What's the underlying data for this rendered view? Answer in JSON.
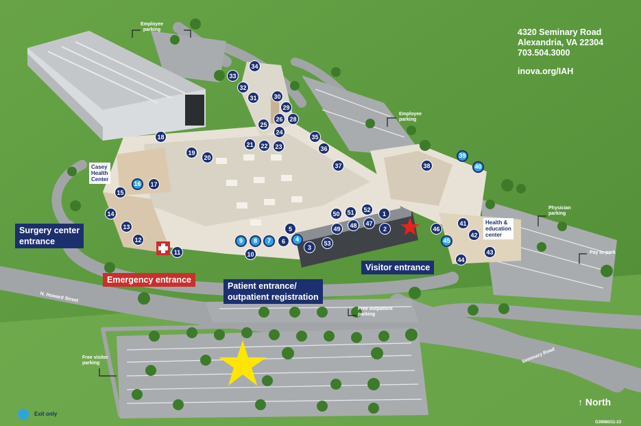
{
  "address": {
    "line1": "4320 Seminary Road",
    "line2": "Alexandria, VA 22304",
    "phone": "703.504.3000",
    "website": "inova.org/IAH"
  },
  "entrances": {
    "surgery": "Surgery center\nentrance",
    "emergency": "Emergency entrance",
    "patient": "Patient entrance/\noutpatient registration",
    "visitor": "Visitor entrance"
  },
  "centers": {
    "casey": "Casey\nHealth\nCenter",
    "health_education": "Health &\neducation\ncenter"
  },
  "parking": {
    "employee_top": "Employee\nparking",
    "employee_right": "Employee\nparking",
    "physician": "Physician\nparking",
    "pay_to_park": "Pay to park",
    "free_outpatient": "Free outpatient\nparking",
    "free_visitor": "Free visitor\nparking"
  },
  "streets": {
    "howard": "N. Howard Street",
    "seminary": "Seminary Road"
  },
  "legend": {
    "exit_only": "Exit only"
  },
  "north_label": "North",
  "north_arrow": "↑",
  "doc_code": "G39980/11-23",
  "colors": {
    "grass": "#5d9a3e",
    "road": "#9ea1a4",
    "building": "#e9e1d2",
    "marker_navy": "#1c2f6e",
    "marker_exit": "#2ea3dc",
    "emergency_red": "#c9302c",
    "star_red": "#e8231c",
    "star_yellow": "#ffe600"
  },
  "markers": [
    {
      "n": "1",
      "exit": false
    },
    {
      "n": "2",
      "exit": false
    },
    {
      "n": "3",
      "exit": false
    },
    {
      "n": "4",
      "exit": true
    },
    {
      "n": "5",
      "exit": false
    },
    {
      "n": "6",
      "exit": false
    },
    {
      "n": "7",
      "exit": true
    },
    {
      "n": "8",
      "exit": true
    },
    {
      "n": "9",
      "exit": true
    },
    {
      "n": "10",
      "exit": false
    },
    {
      "n": "11",
      "exit": false
    },
    {
      "n": "12",
      "exit": false
    },
    {
      "n": "13",
      "exit": false
    },
    {
      "n": "14",
      "exit": false
    },
    {
      "n": "15",
      "exit": false
    },
    {
      "n": "16",
      "exit": true
    },
    {
      "n": "17",
      "exit": false
    },
    {
      "n": "18",
      "exit": false
    },
    {
      "n": "19",
      "exit": false
    },
    {
      "n": "20",
      "exit": false
    },
    {
      "n": "21",
      "exit": false
    },
    {
      "n": "22",
      "exit": false
    },
    {
      "n": "23",
      "exit": false
    },
    {
      "n": "24",
      "exit": false
    },
    {
      "n": "25",
      "exit": false
    },
    {
      "n": "26",
      "exit": false
    },
    {
      "n": "28",
      "exit": false
    },
    {
      "n": "29",
      "exit": false
    },
    {
      "n": "30",
      "exit": false
    },
    {
      "n": "31",
      "exit": false
    },
    {
      "n": "32",
      "exit": false
    },
    {
      "n": "33",
      "exit": false
    },
    {
      "n": "34",
      "exit": false
    },
    {
      "n": "35",
      "exit": false
    },
    {
      "n": "36",
      "exit": false
    },
    {
      "n": "37",
      "exit": false
    },
    {
      "n": "38",
      "exit": false
    },
    {
      "n": "39",
      "exit": true
    },
    {
      "n": "40",
      "exit": true
    },
    {
      "n": "41",
      "exit": false
    },
    {
      "n": "42",
      "exit": false
    },
    {
      "n": "43",
      "exit": false
    },
    {
      "n": "44",
      "exit": false
    },
    {
      "n": "45",
      "exit": true
    },
    {
      "n": "46",
      "exit": false
    },
    {
      "n": "47",
      "exit": false
    },
    {
      "n": "48",
      "exit": false
    },
    {
      "n": "49",
      "exit": false
    },
    {
      "n": "50",
      "exit": false
    },
    {
      "n": "51",
      "exit": false
    },
    {
      "n": "52",
      "exit": false
    },
    {
      "n": "53",
      "exit": false
    }
  ]
}
